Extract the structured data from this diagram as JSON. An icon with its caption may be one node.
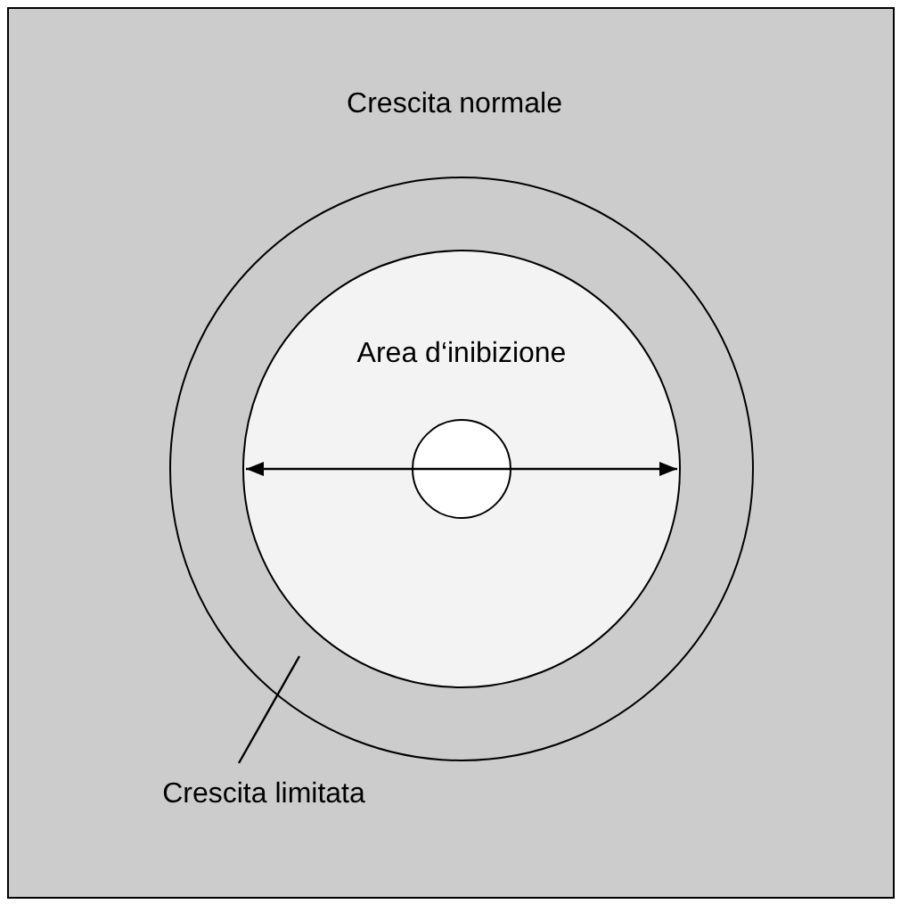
{
  "diagram": {
    "nodes": [
      {
        "text": [
          "Crescita normale"
        ]
      },
      {
        "text": [],
        "shape": "circle",
        "in": 0
      },
      {
        "text": [
          "Area d‘inibizione"
        ],
        "in": 1
      },
      {
        "text": [],
        "shape": "circle",
        "in": 2
      },
      {
        "text": [
          "Crescita limitata"
        ],
        "in": 0
      }
    ],
    "edges": [
      {
        "from": 4,
        "to": 1,
        "arrow": "none"
      }
    ]
  }
}
